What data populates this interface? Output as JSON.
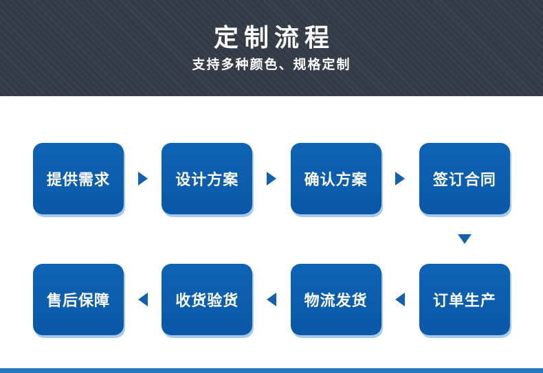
{
  "header": {
    "title": "定制流程",
    "subtitle": "支持多种颜色、规格定制",
    "bg_color": "#333b46",
    "stripe_color": "#3b434e"
  },
  "flow": {
    "box_color": "#0b5dad",
    "box_edge_color": "#a4c9ea",
    "arrow_color": "#1261ae",
    "row1": [
      {
        "label": "提供需求"
      },
      {
        "label": "设计方案"
      },
      {
        "label": "确认方案"
      },
      {
        "label": "签订合同"
      }
    ],
    "row2": [
      {
        "label": "售后保障"
      },
      {
        "label": "收货验货"
      },
      {
        "label": "物流发货"
      },
      {
        "label": "订单生产"
      }
    ]
  },
  "footer": {
    "bar_color": "#2577be"
  }
}
